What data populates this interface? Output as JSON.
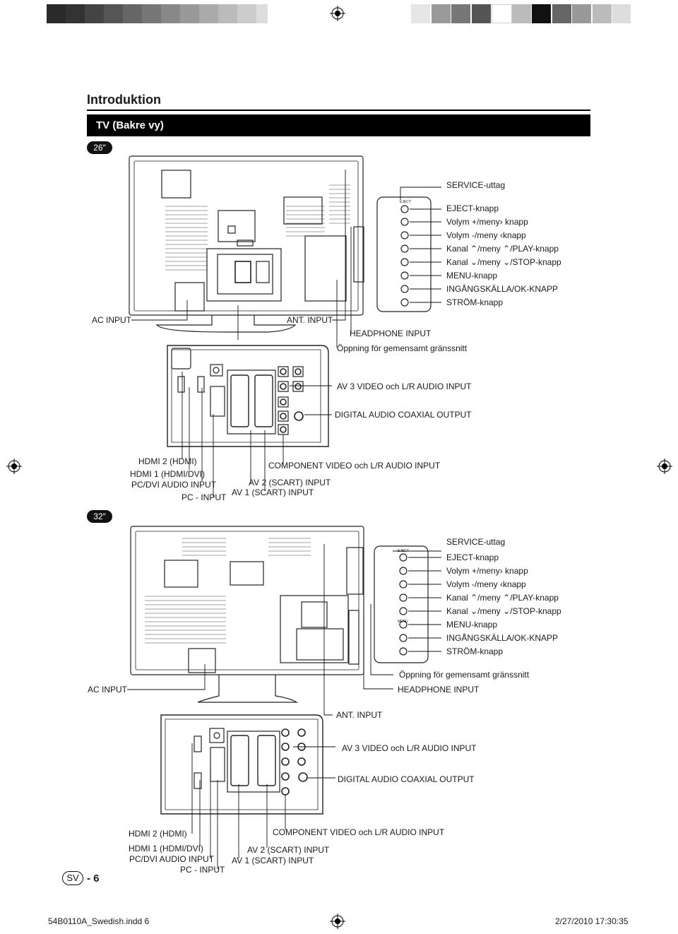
{
  "header": {
    "section_title": "Introduktion",
    "subsection_title": "TV (Bakre vy)"
  },
  "model_26": {
    "size_badge": "26″",
    "labels": {
      "service": "SERVICE-uttag",
      "eject": "EJECT-knapp",
      "vol_up": "Volym +/meny",
      "vol_up_suffix": "knapp",
      "vol_down": "Volym -/meny",
      "vol_down_suffix": "knapp",
      "ch_up_a": "Kanal",
      "ch_up_b": "/meny",
      "ch_up_c": "/PLAY-knapp",
      "ch_down_a": "Kanal",
      "ch_down_b": "/meny",
      "ch_down_c": "/STOP-knapp",
      "menu": "MENU-knapp",
      "input_ok": "INGÅNGSKÄLLA/OK-KNAPP",
      "power": "STRÖM-knapp",
      "ac_input": "AC INPUT",
      "ant_input": "ANT. INPUT",
      "headphone": "HEADPHONE INPUT",
      "common_interface": "Öppning för gemensamt gränssnitt",
      "av3": "AV 3 VIDEO och L/R AUDIO INPUT",
      "digital_audio": "DIGITAL AUDIO COAXIAL OUTPUT",
      "hdmi2": "HDMI 2 (HDMI)",
      "hdmi1": "HDMI 1 (HDMI/DVI)",
      "pc_dvi_audio": "PC/DVI AUDIO INPUT",
      "pc_input": "PC - INPUT",
      "component": "COMPONENT VIDEO och L/R AUDIO INPUT",
      "av2": "AV 2 (SCART) INPUT",
      "av1": "AV 1 (SCART) INPUT"
    }
  },
  "model_32": {
    "size_badge": "32″",
    "labels": {
      "service": "SERVICE-uttag",
      "eject": "EJECT-knapp",
      "vol_up": "Volym +/meny",
      "vol_up_suffix": "knapp",
      "vol_down": "Volym -/meny",
      "vol_down_suffix": "knapp",
      "ch_up_a": "Kanal",
      "ch_up_b": "/meny",
      "ch_up_c": "/PLAY-knapp",
      "ch_down_a": "Kanal",
      "ch_down_b": "/meny",
      "ch_down_c": "/STOP-knapp",
      "menu": "MENU-knapp",
      "input_ok": "INGÅNGSKÄLLA/OK-KNAPP",
      "power": "STRÖM-knapp",
      "ac_input": "AC INPUT",
      "common_interface": "Öppning för gemensamt gränssnitt",
      "headphone": "HEADPHONE INPUT",
      "ant_input": "ANT. INPUT",
      "av3": "AV 3 VIDEO och L/R AUDIO INPUT",
      "digital_audio": "DIGITAL AUDIO COAXIAL OUTPUT",
      "hdmi2": "HDMI 2 (HDMI)",
      "component": "COMPONENT VIDEO och L/R AUDIO INPUT",
      "hdmi1": "HDMI 1 (HDMI/DVI)",
      "av2": "AV 2 (SCART) INPUT",
      "pc_dvi_audio": "PC/DVI AUDIO INPUT",
      "av1": "AV 1 (SCART) INPUT",
      "pc_input": "PC - INPUT"
    }
  },
  "panel_button_marks": {
    "eject": "EJECT",
    "menu": "MENU"
  },
  "page_number": {
    "lang": "SV",
    "dash_num": "- 6"
  },
  "footer": {
    "file": "54B0110A_Swedish.indd   6",
    "date": "2/27/2010   17:30:35"
  },
  "colors": {
    "bar_bg": "#000000",
    "swatch_dark": "#1a1a1a",
    "swatch_mid": "#6a6a6a",
    "swatch_light": "#d6d6d6"
  },
  "icons": {
    "registration": "registration-mark-icon",
    "chevron_right": "chevron-right-icon",
    "chevron_left": "chevron-left-icon",
    "chevron_up": "chevron-up-icon",
    "chevron_down": "chevron-down-icon"
  }
}
